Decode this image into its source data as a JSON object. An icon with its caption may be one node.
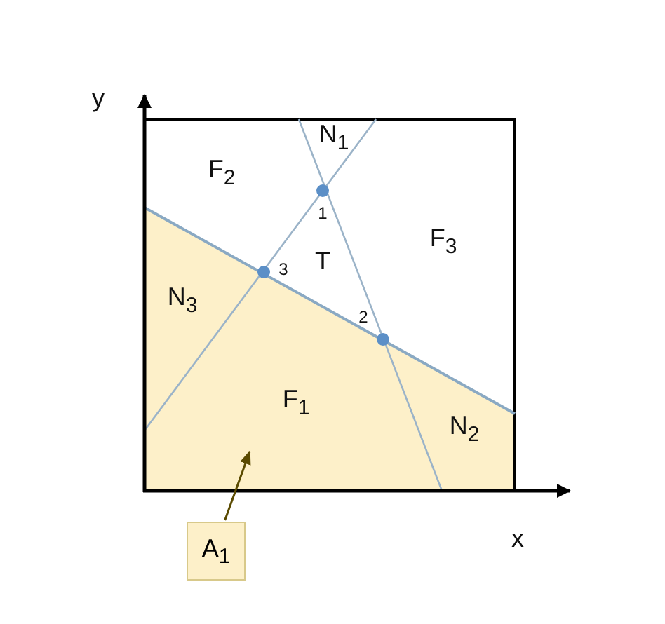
{
  "diagram": {
    "nodes": [
      {
        "text": [
          "A$_{1}$"
        ]
      },
      {
        "text": [],
        "shape": "polygon"
      }
    ],
    "edges": [
      {
        "from": 0,
        "to": 1,
        "arrow": "to"
      }
    ],
    "labels": [
      "y",
      "N$_{1}$",
      "F$_{2}$",
      "1",
      "F$_{3}$",
      "T",
      "3",
      "N$_{3}$",
      "2",
      "F$_{1}$",
      "N$_{2}$",
      "x"
    ]
  }
}
